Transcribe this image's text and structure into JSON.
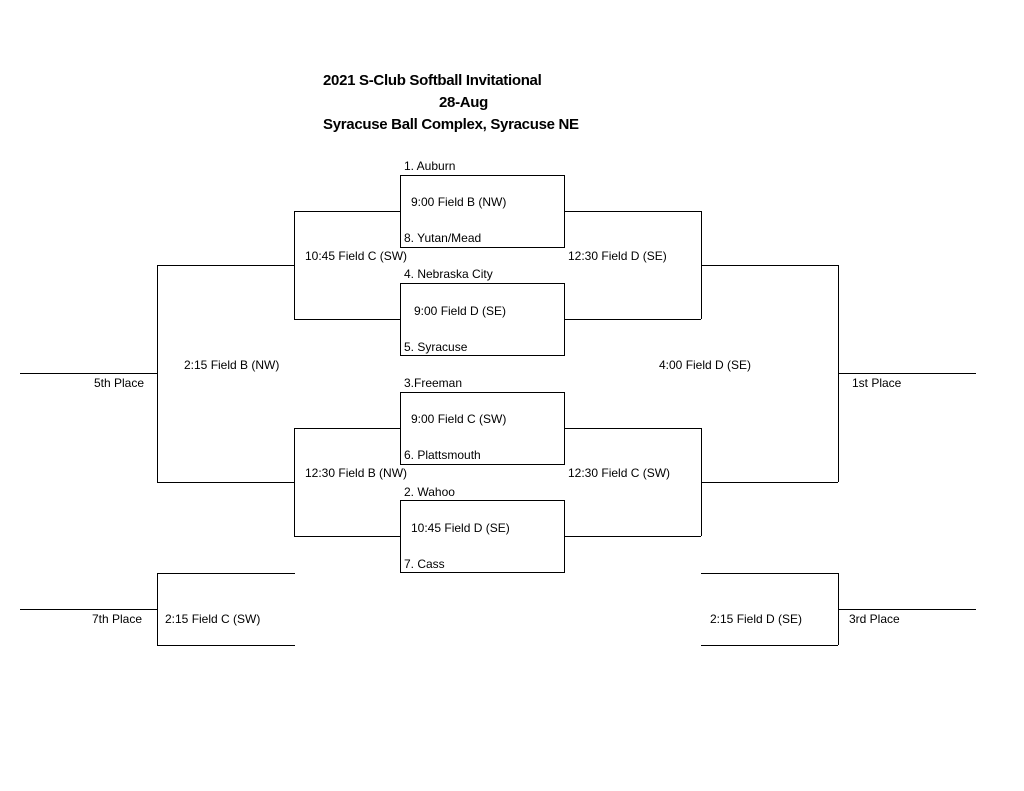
{
  "header": {
    "title": "2021  S-Club Softball Invitational",
    "date": "28-Aug",
    "location": "Syracuse Ball Complex, Syracuse NE"
  },
  "round1": [
    {
      "top_team": "1. Auburn",
      "time": "9:00 Field B (NW)",
      "bottom_team": "8. Yutan/Mead"
    },
    {
      "top_team": "4. Nebraska City",
      "time": "9:00 Field D (SE)",
      "bottom_team": "5. Syracuse"
    },
    {
      "top_team": "3.Freeman",
      "time": "9:00  Field C (SW)",
      "bottom_team": "6. Plattsmouth"
    },
    {
      "top_team": "2. Wahoo",
      "time": "10:45 Field D (SE)",
      "bottom_team": "7. Cass"
    }
  ],
  "consolation": {
    "upper_time": "10:45 Field C (SW)",
    "lower_time": "12:30 Field B (NW)",
    "fifth_time": "2:15 Field B (NW)",
    "fifth_label": "5th Place",
    "seventh_time": "2:15 Field C (SW)",
    "seventh_label": "7th Place"
  },
  "championship": {
    "upper_time": "12:30 Field D (SE)",
    "lower_time": "12:30  Field C (SW)",
    "final_time": "4:00 Field D (SE)",
    "first_label": "1st Place",
    "third_time": "2:15  Field D (SE)",
    "third_label": "3rd Place"
  }
}
